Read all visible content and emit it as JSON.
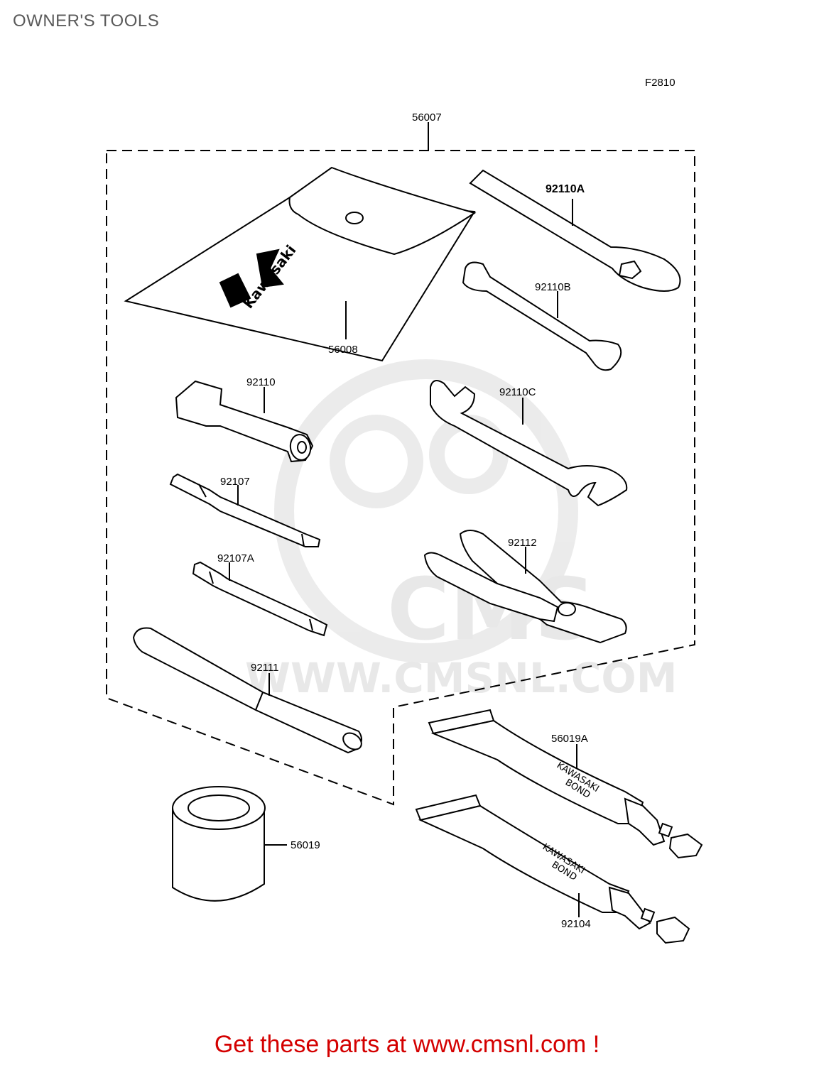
{
  "page": {
    "title": "OWNER'S TOOLS",
    "figure_code": "F2810",
    "footer": "Get these parts at www.cmsnl.com !",
    "watermark": "WWW.CMSNL.COM",
    "watermark_logo": "CMS"
  },
  "parts": {
    "kit": "56007",
    "pouch": "56008",
    "wrench_a": "92110A",
    "wrench_b": "92110B",
    "plug_wrench": "92110",
    "wrench_c": "92110C",
    "screwdriver": "92107",
    "screwdriver_a": "92107A",
    "pliers": "92112",
    "handle": "92111",
    "bond_a": "56019A",
    "grease": "56019",
    "bond_b": "92104"
  },
  "product_text": {
    "pouch_brand": "Kawasaki",
    "tube_line1": "KAWASAKI",
    "tube_line2": "BOND"
  }
}
